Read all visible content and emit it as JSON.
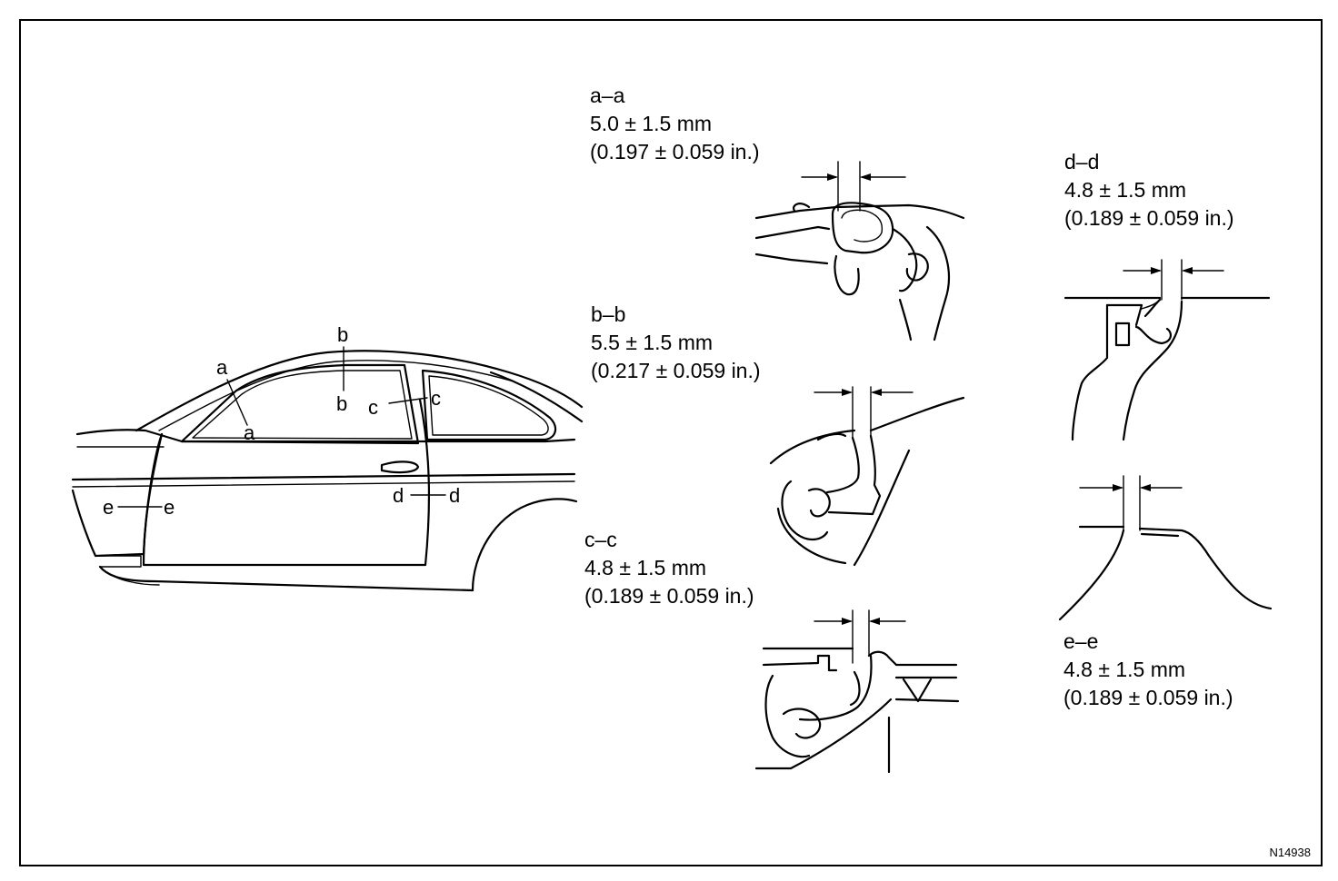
{
  "sections": {
    "aa": {
      "title": "a–a",
      "mm": "5.0 ± 1.5 mm",
      "inch": "(0.197 ± 0.059 in.)"
    },
    "bb": {
      "title": "b–b",
      "mm": "5.5 ± 1.5 mm",
      "inch": "(0.217 ± 0.059 in.)"
    },
    "cc": {
      "title": "c–c",
      "mm": "4.8 ± 1.5 mm",
      "inch": "(0.189 ± 0.059 in.)"
    },
    "dd": {
      "title": "d–d",
      "mm": "4.8 ± 1.5 mm",
      "inch": "(0.189 ± 0.059 in.)"
    },
    "ee": {
      "title": "e–e",
      "mm": "4.8 ± 1.5 mm",
      "inch": "(0.189 ± 0.059 in.)"
    }
  },
  "car_labels": {
    "a": "a",
    "b": "b",
    "c": "c",
    "d": "d",
    "e": "e"
  },
  "figure_code": "N14938"
}
